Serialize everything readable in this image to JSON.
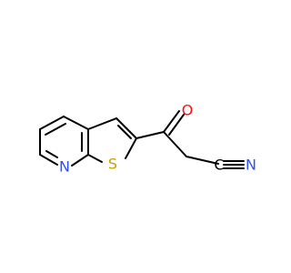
{
  "molecule": {
    "atoms": {
      "oxygen": {
        "symbol": "O",
        "color": "#ff0d0d"
      },
      "nitrogen_ring": {
        "symbol": "N",
        "color": "#3050f8"
      },
      "nitrogen_nitrile": {
        "symbol": "N",
        "color": "#3050f8"
      },
      "sulfur": {
        "symbol": "S",
        "color": "#c8a000"
      },
      "carbon_nitrile": {
        "symbol": "C",
        "color": "#000000"
      }
    },
    "bond_color": "#000000"
  }
}
